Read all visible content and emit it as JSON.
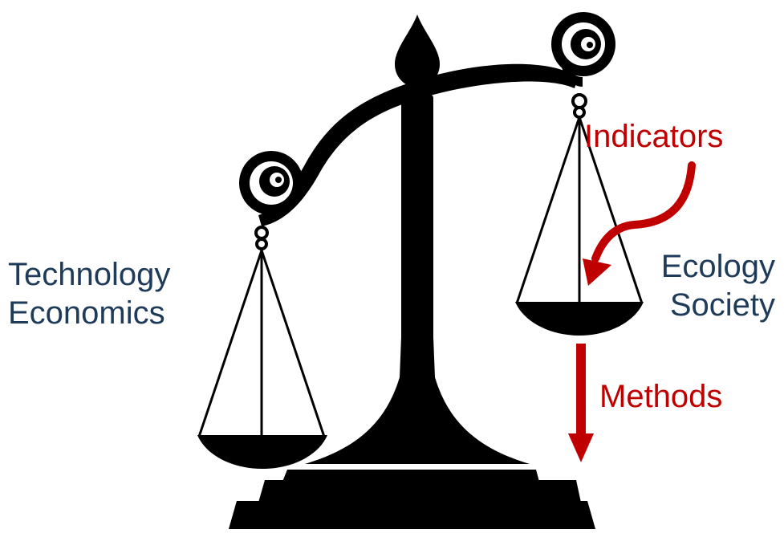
{
  "left_pan": {
    "lines": [
      "Technology",
      "Economics"
    ]
  },
  "right_pan": {
    "lines": [
      "Ecology",
      "Society"
    ]
  },
  "annotations": {
    "indicators": "Indicators",
    "methods": "Methods"
  },
  "colors": {
    "silhouette": "#000000",
    "dimension_text": "#1f3b5a",
    "accent": "#c00000",
    "background": "#ffffff"
  },
  "icons": {
    "scale": "balance-scale-icon",
    "curved_arrow": "curved-arrow-icon",
    "down_arrow": "down-arrow-icon"
  }
}
